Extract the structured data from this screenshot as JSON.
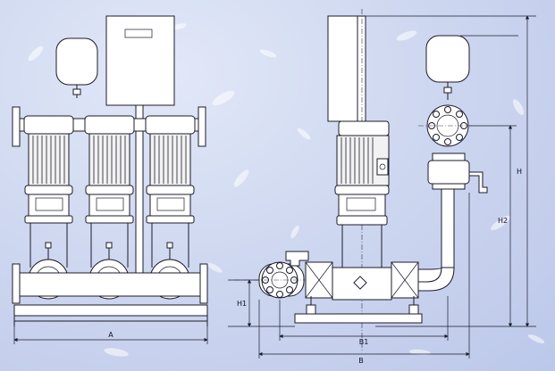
{
  "dimensions": {
    "A": "A",
    "B": "B",
    "B1": "B1",
    "H": "H",
    "H1": "H1",
    "H2": "H2"
  },
  "colors": {
    "background": "#cfd8f0",
    "line": "#1b1b2a",
    "body": "#ffffff"
  }
}
